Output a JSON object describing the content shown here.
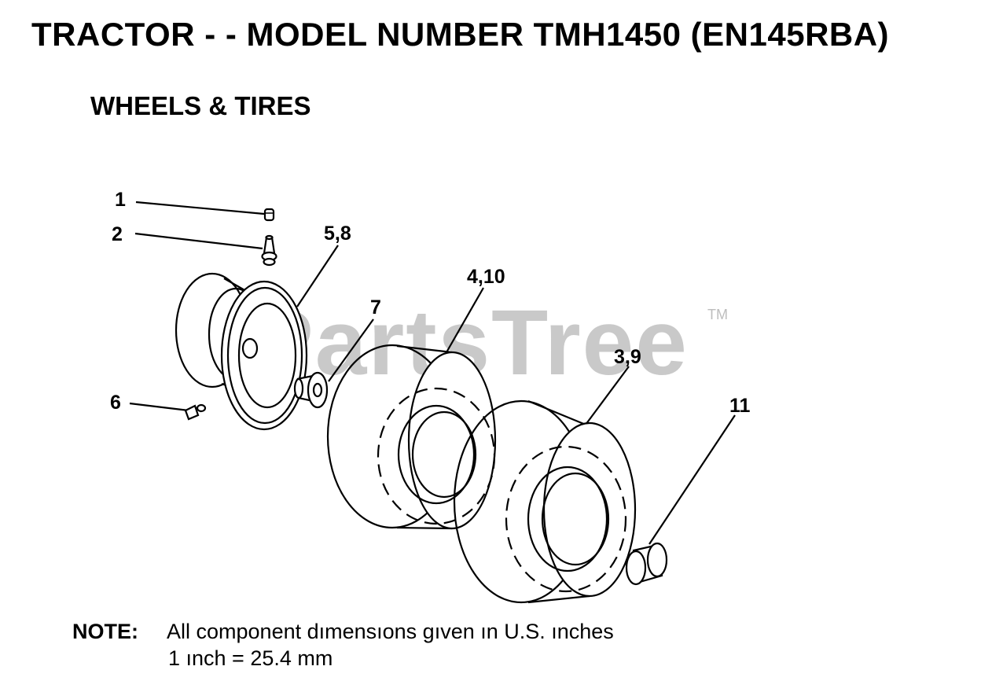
{
  "title": "TRACTOR - - MODEL NUMBER TMH1450 (EN145RBA)",
  "section": "WHEELS & TIRES",
  "watermark": {
    "text": "PartsTree",
    "tm": "TM"
  },
  "callouts": [
    {
      "id": "c1",
      "label": "1"
    },
    {
      "id": "c2",
      "label": "2"
    },
    {
      "id": "c58",
      "label": "5,8"
    },
    {
      "id": "c410",
      "label": "4,10"
    },
    {
      "id": "c7",
      "label": "7"
    },
    {
      "id": "c39",
      "label": "3,9"
    },
    {
      "id": "c6",
      "label": "6"
    },
    {
      "id": "c11",
      "label": "11"
    }
  ],
  "note": {
    "label": "NOTE:",
    "line1": "All component dımensıons gıven ın U.S. ınches",
    "line2": "1 ınch = 25.4 mm"
  }
}
